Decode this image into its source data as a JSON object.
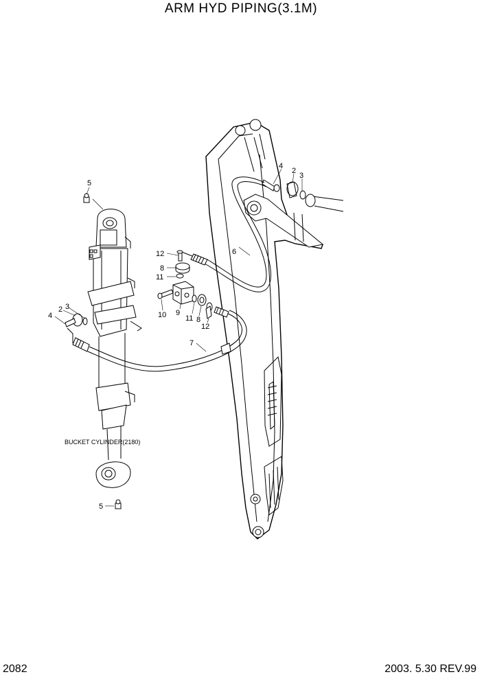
{
  "title": "ARM HYD PIPING(3.1M)",
  "page_number": "2082",
  "revision": "2003. 5.30  REV.99",
  "cylinder_label": "BUCKET CYLINDER(2180)",
  "callouts": {
    "top_right": [
      "4",
      "2",
      "3"
    ],
    "pipe_6": "6",
    "block_left_col": [
      "12",
      "8",
      "11",
      "10"
    ],
    "block_9": "9",
    "block_right_col": [
      "11",
      "8",
      "12"
    ],
    "pipe_7": "7",
    "cylinder_top": [
      "2",
      "3",
      "4"
    ],
    "grease_top": "5",
    "grease_bottom": "5"
  }
}
